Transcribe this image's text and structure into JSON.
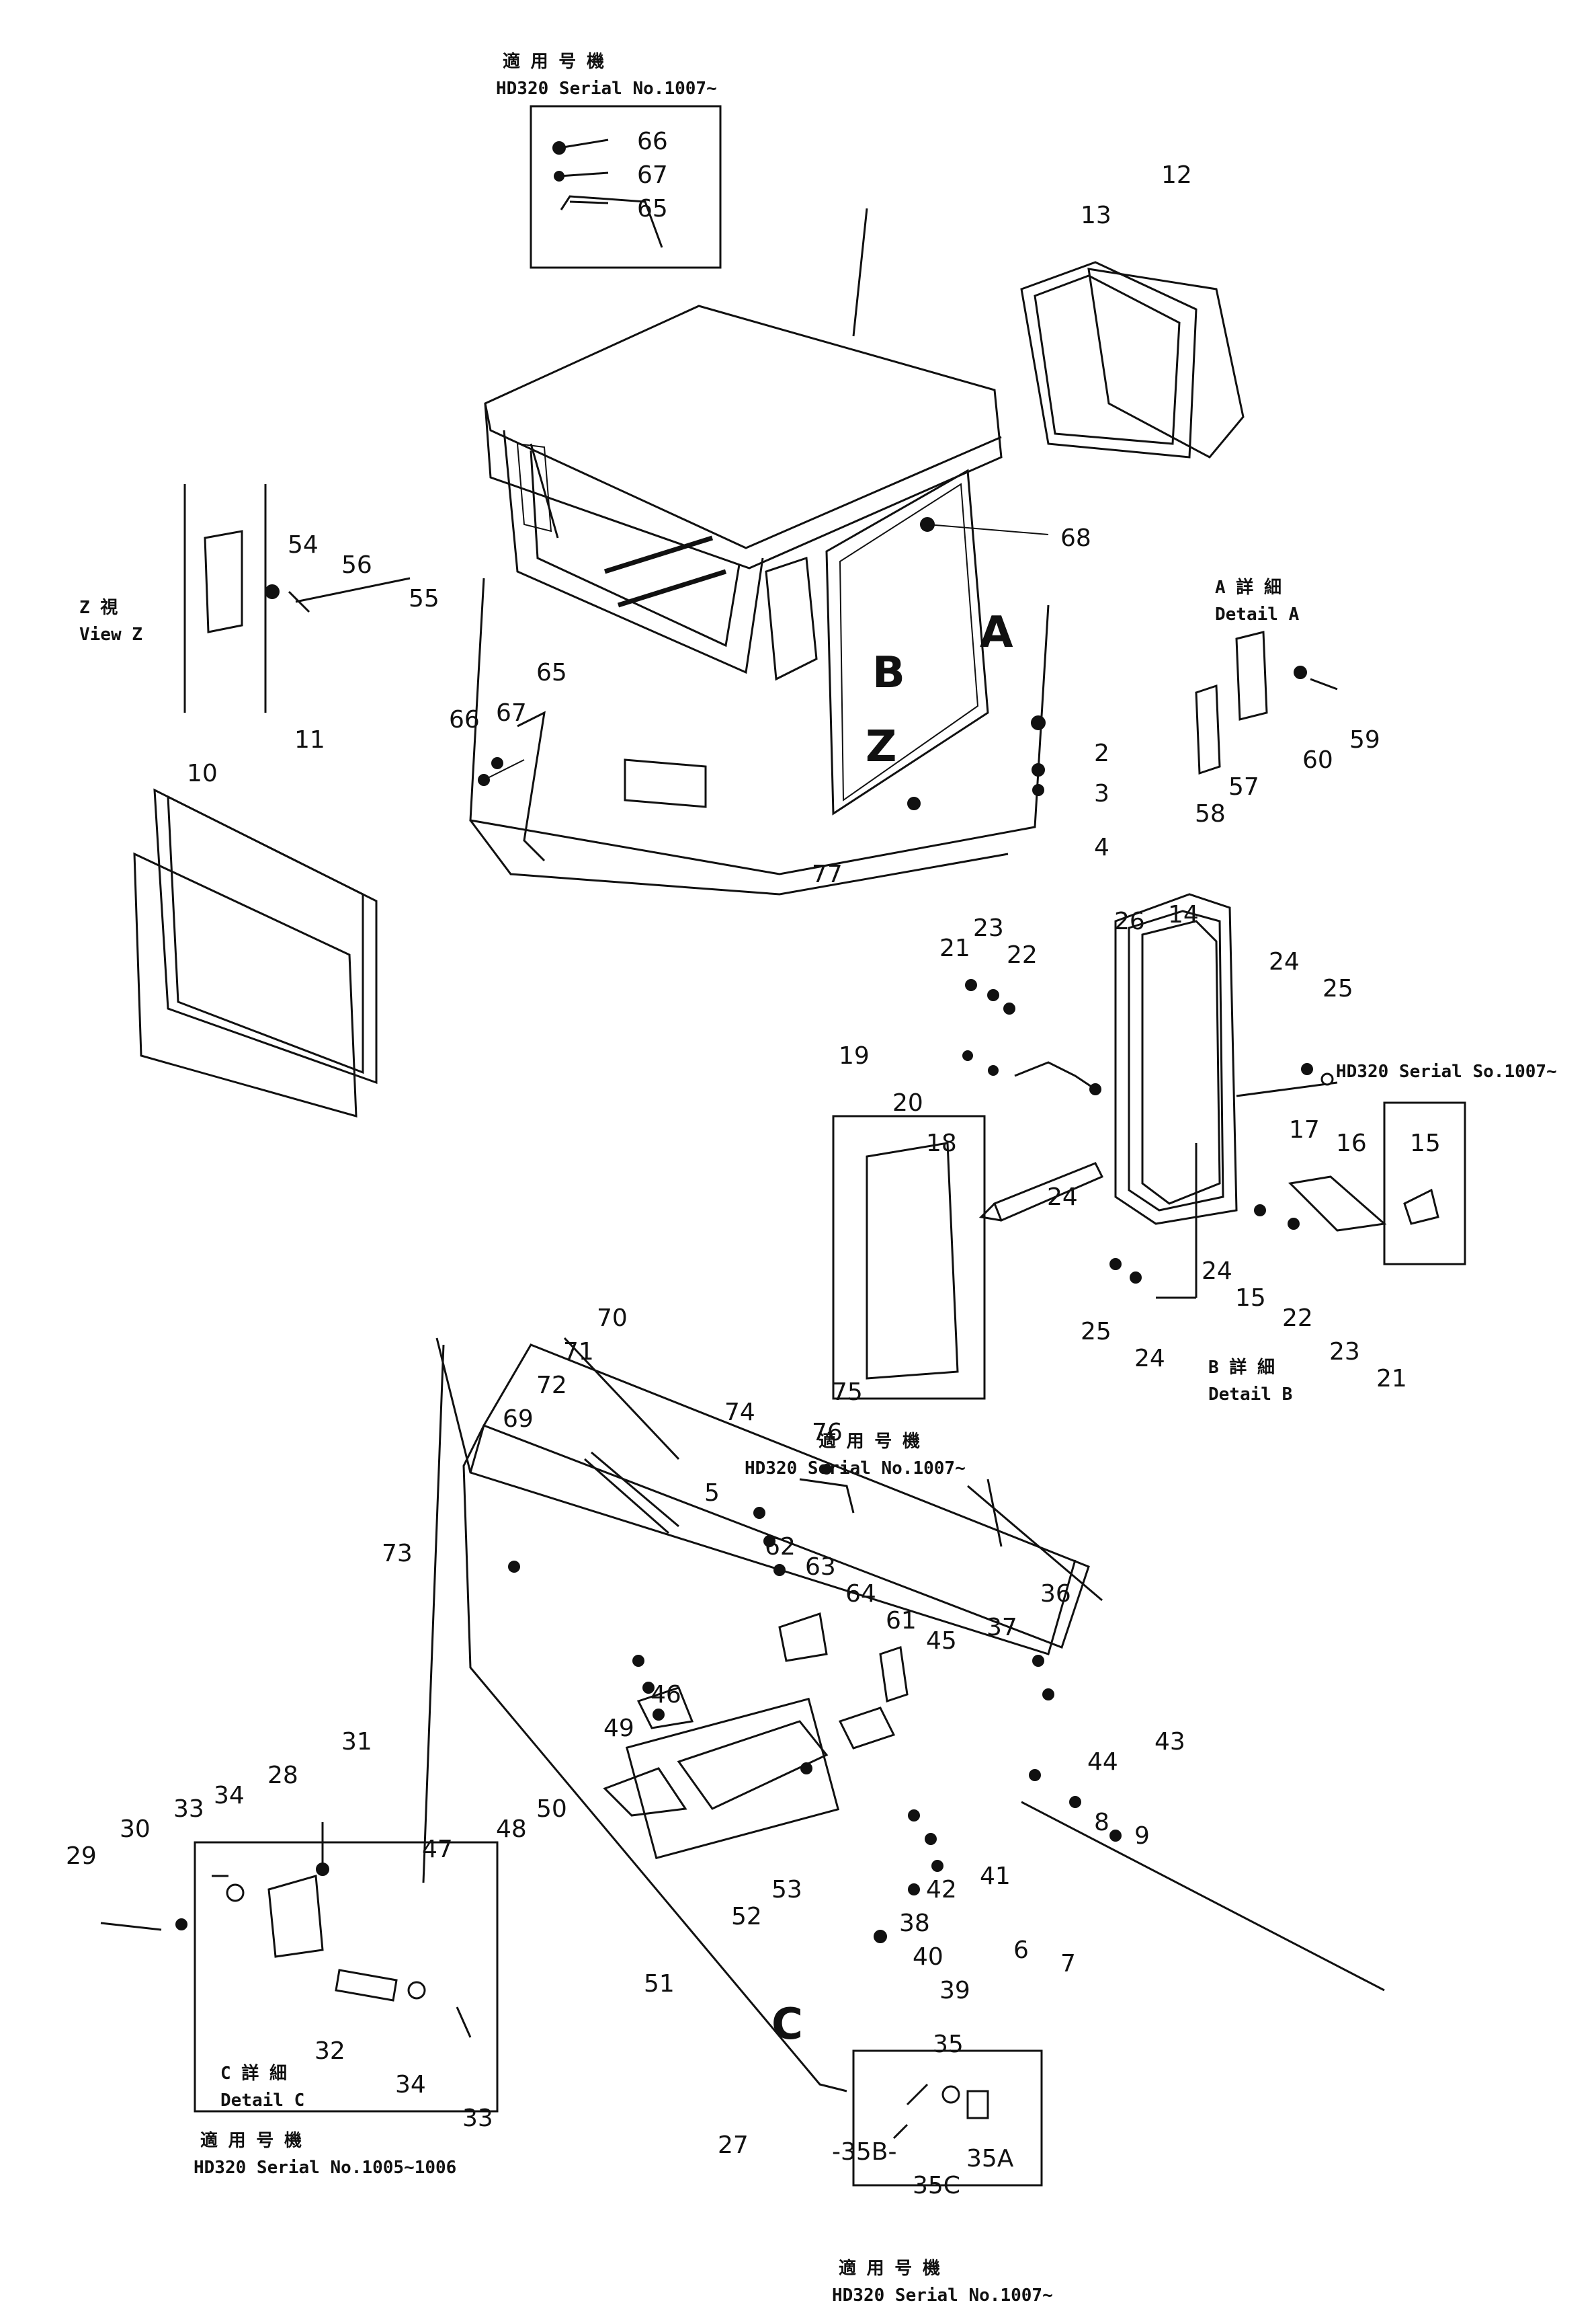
{
  "callouts": {
    "c2": "2",
    "c3": "3",
    "c4": "4",
    "c5": "5",
    "c6": "6",
    "c7": "7",
    "c8": "8",
    "c9": "9",
    "c10": "10",
    "c11": "11",
    "c12": "12",
    "c13": "13",
    "c14": "14",
    "c15a": "15",
    "c15b": "15",
    "c16": "16",
    "c17": "17",
    "c18": "18",
    "c19": "19",
    "c20": "20",
    "c21a": "21",
    "c21b": "21",
    "c22a": "22",
    "c22b": "22",
    "c23a": "23",
    "c23b": "23",
    "c24a": "24",
    "c24b": "24",
    "c24c": "24",
    "c24d": "24",
    "c25a": "25",
    "c25b": "25",
    "c26": "26",
    "c27": "27",
    "c28": "28",
    "c29": "29",
    "c30": "30",
    "c31": "31",
    "c32": "32",
    "c33a": "33",
    "c33b": "33",
    "c34a": "34",
    "c34b": "34",
    "c35": "35",
    "c35a": "35A",
    "c35b": "-35B-",
    "c35c": "35C",
    "c36": "36",
    "c37": "37",
    "c38": "38",
    "c39": "39",
    "c40": "40",
    "c41": "41",
    "c42": "42",
    "c43": "43",
    "c44": "44",
    "c45": "45",
    "c46": "46",
    "c47": "47",
    "c48": "48",
    "c49": "49",
    "c50": "50",
    "c51": "51",
    "c52": "52",
    "c53": "53",
    "c54": "54",
    "c55": "55",
    "c56": "56",
    "c57": "57",
    "c58": "58",
    "c59": "59",
    "c60": "60",
    "c61": "61",
    "c62": "62",
    "c63": "63",
    "c64": "64",
    "c65a": "65",
    "c65b": "65",
    "c66a": "66",
    "c66b": "66",
    "c67a": "67",
    "c67b": "67",
    "c68": "68",
    "c69": "69",
    "c70": "70",
    "c71": "71",
    "c72": "72",
    "c73": "73",
    "c74": "74",
    "c75": "75",
    "c76": "76",
    "c77": "77"
  },
  "view_letters": {
    "a": "A",
    "b": "B",
    "z": "Z",
    "c": "C"
  },
  "notes": {
    "applicable_jp": "適 用 号 機",
    "serial_top": "HD320 Serial No.1007~",
    "serial_mid": "HD320 Serial No.1007~",
    "serial_detail_b": "HD320 Serial So.1007~",
    "serial_bottom": "HD320 Serial No.1007~",
    "serial_detail_c": "HD320 Serial No.1005~1006",
    "view_z_jp": "Z 視",
    "view_z": "View Z",
    "detail_a_jp": "A 詳 細",
    "detail_a": "Detail A",
    "detail_b_jp": "B 詳 細",
    "detail_b": "Detail B",
    "detail_c_jp": "C 詳 細",
    "detail_c": "Detail C"
  }
}
